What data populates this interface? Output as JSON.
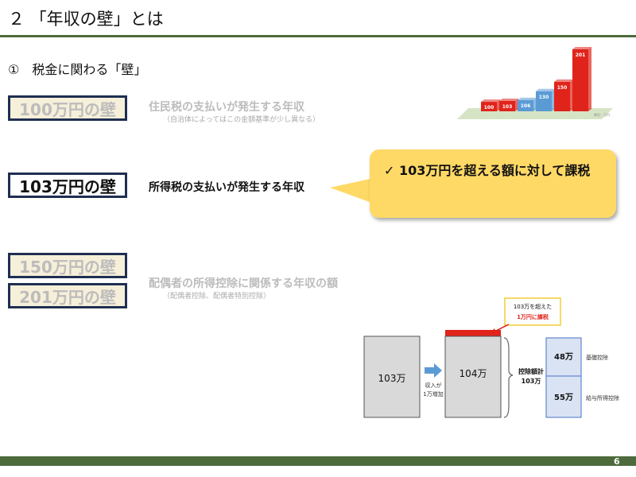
{
  "slide": {
    "title": "２ 「年収の壁」とは",
    "subtitle": "①　税金に関わる「壁」",
    "page_number": "6"
  },
  "walls": [
    {
      "label": "100万円の壁",
      "active": false
    },
    {
      "label": "103万円の壁",
      "active": true
    },
    {
      "label": "150万円の壁",
      "active": false
    },
    {
      "label": "201万円の壁",
      "active": false
    }
  ],
  "descriptions": [
    {
      "text": "住民税の支払いが発生する年収",
      "note": "（自治体によってはこの金額基準が少し異なる）"
    },
    {
      "text": "所得税の支払いが発生する年収",
      "note": ""
    },
    {
      "text": "配偶者の所得控除に関係する年収の額",
      "note": "（配偶者控除、配偶者特別控除）"
    }
  ],
  "callout": {
    "text": "✓ 103万円を超える額に対して課税"
  },
  "mini_chart": {
    "values": [
      "100",
      "103",
      "106",
      "130",
      "150",
      "201"
    ],
    "bar_values": [
      100,
      103,
      106,
      130,
      150,
      201
    ],
    "unit_note": "単位：万円",
    "colors": [
      "#e0241b",
      "#e0241b",
      "#5b9bd5",
      "#5b9bd5",
      "#e0241b",
      "#e0241b"
    ]
  },
  "diagram": {
    "box_left": "103万",
    "arrow_label_1": "収入が",
    "arrow_label_2": "1万増加",
    "box_right": "104万",
    "note_line1": "103万を超えた",
    "note_line2": "1万円に課税",
    "deduction_total_1": "控除額計",
    "deduction_total_2": "103万",
    "deduction_1_value": "48万",
    "deduction_1_label": "基礎控除",
    "deduction_2_value": "55万",
    "deduction_2_label": "給与所得控除"
  },
  "colors": {
    "accent_green": "#4d6a3c",
    "navy_border": "#1f2f52",
    "callout_yellow": "#ffd966",
    "tax_red": "#e0241b"
  }
}
